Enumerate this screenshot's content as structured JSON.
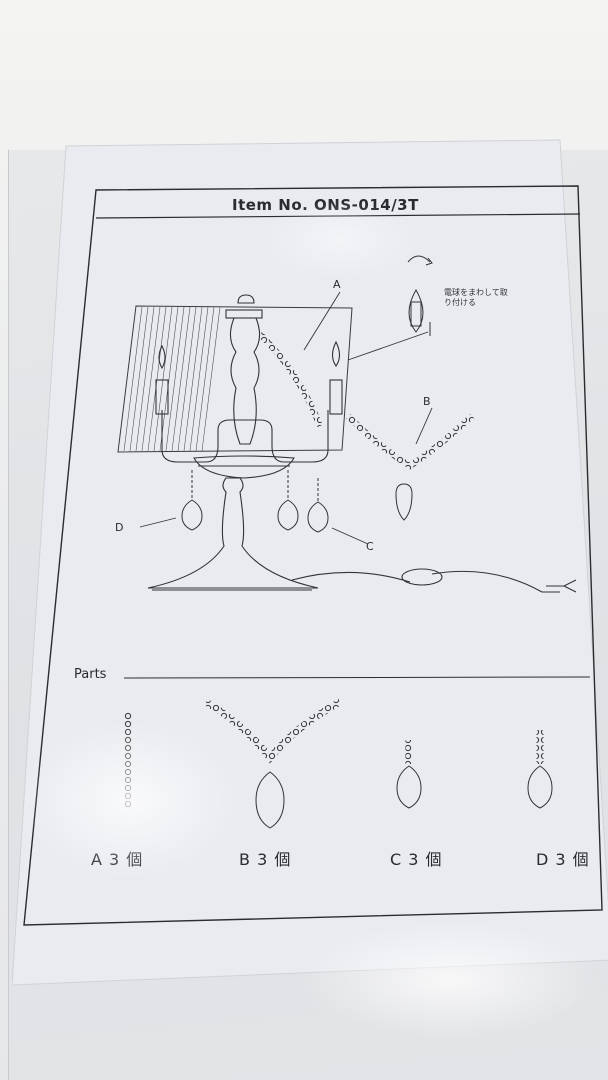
{
  "document": {
    "title": "Item No. ONS-014/3T",
    "bulb_note": "電球をまわして取り付ける",
    "callouts": {
      "a": "A",
      "b": "B",
      "c": "C",
      "d": "D"
    },
    "parts_title": "Parts",
    "parts": [
      {
        "label": "A 3 個"
      },
      {
        "label": "B 3 個"
      },
      {
        "label": "C 3 個"
      },
      {
        "label": "D 3 個"
      }
    ]
  },
  "colors": {
    "background": "#ecedee",
    "sheet": "#e9ebf0",
    "ink": "#2a2b2f"
  }
}
